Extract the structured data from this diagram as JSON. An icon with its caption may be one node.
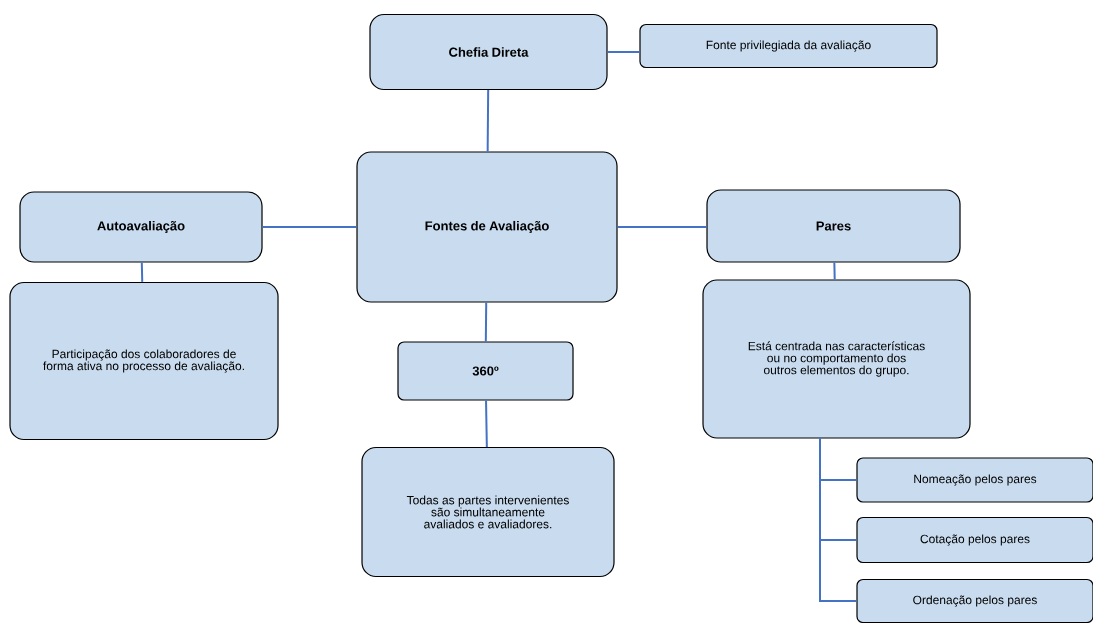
{
  "diagram": {
    "nodes": [
      {
        "text": [
          "Chefia Direta"
        ]
      },
      {
        "text": [
          "Fonte privilegiada da avaliação"
        ]
      },
      {
        "text": [
          "Fontes de Avaliação"
        ]
      },
      {
        "text": [
          "Autoavaliação"
        ]
      },
      {
        "text": [
          "Participação dos colaboradores de forma ativa no processo de avaliação."
        ]
      },
      {
        "text": [
          "Pares"
        ]
      },
      {
        "text": [
          "Está centrada nas características ou no comportamento dos outros elementos do grupo."
        ]
      },
      {
        "text": [
          "360º"
        ]
      },
      {
        "text": [
          "Todas as partes intervenientes são simultaneamente avaliados e avaliadores."
        ]
      },
      {
        "text": [
          "Nomeação pelos pares"
        ]
      },
      {
        "text": [
          "Cotação pelos pares"
        ]
      },
      {
        "text": [
          "Ordenação pelos pares"
        ]
      }
    ],
    "edges": [
      {
        "from": 0,
        "to": 1,
        "arrow": "none"
      },
      {
        "from": 0,
        "to": 2,
        "arrow": "none"
      },
      {
        "from": 3,
        "to": 2,
        "arrow": "none"
      },
      {
        "from": 2,
        "to": 5,
        "arrow": "none"
      },
      {
        "from": 3,
        "to": 4,
        "arrow": "none"
      },
      {
        "from": 5,
        "to": 6,
        "arrow": "none"
      },
      {
        "from": 2,
        "to": 7,
        "arrow": "none"
      },
      {
        "from": 7,
        "to": 8,
        "arrow": "none"
      },
      {
        "from": 6,
        "to": 9,
        "arrow": "none"
      },
      {
        "from": 6,
        "to": 10,
        "arrow": "none"
      },
      {
        "from": 6,
        "to": 11,
        "arrow": "none"
      }
    ]
  }
}
